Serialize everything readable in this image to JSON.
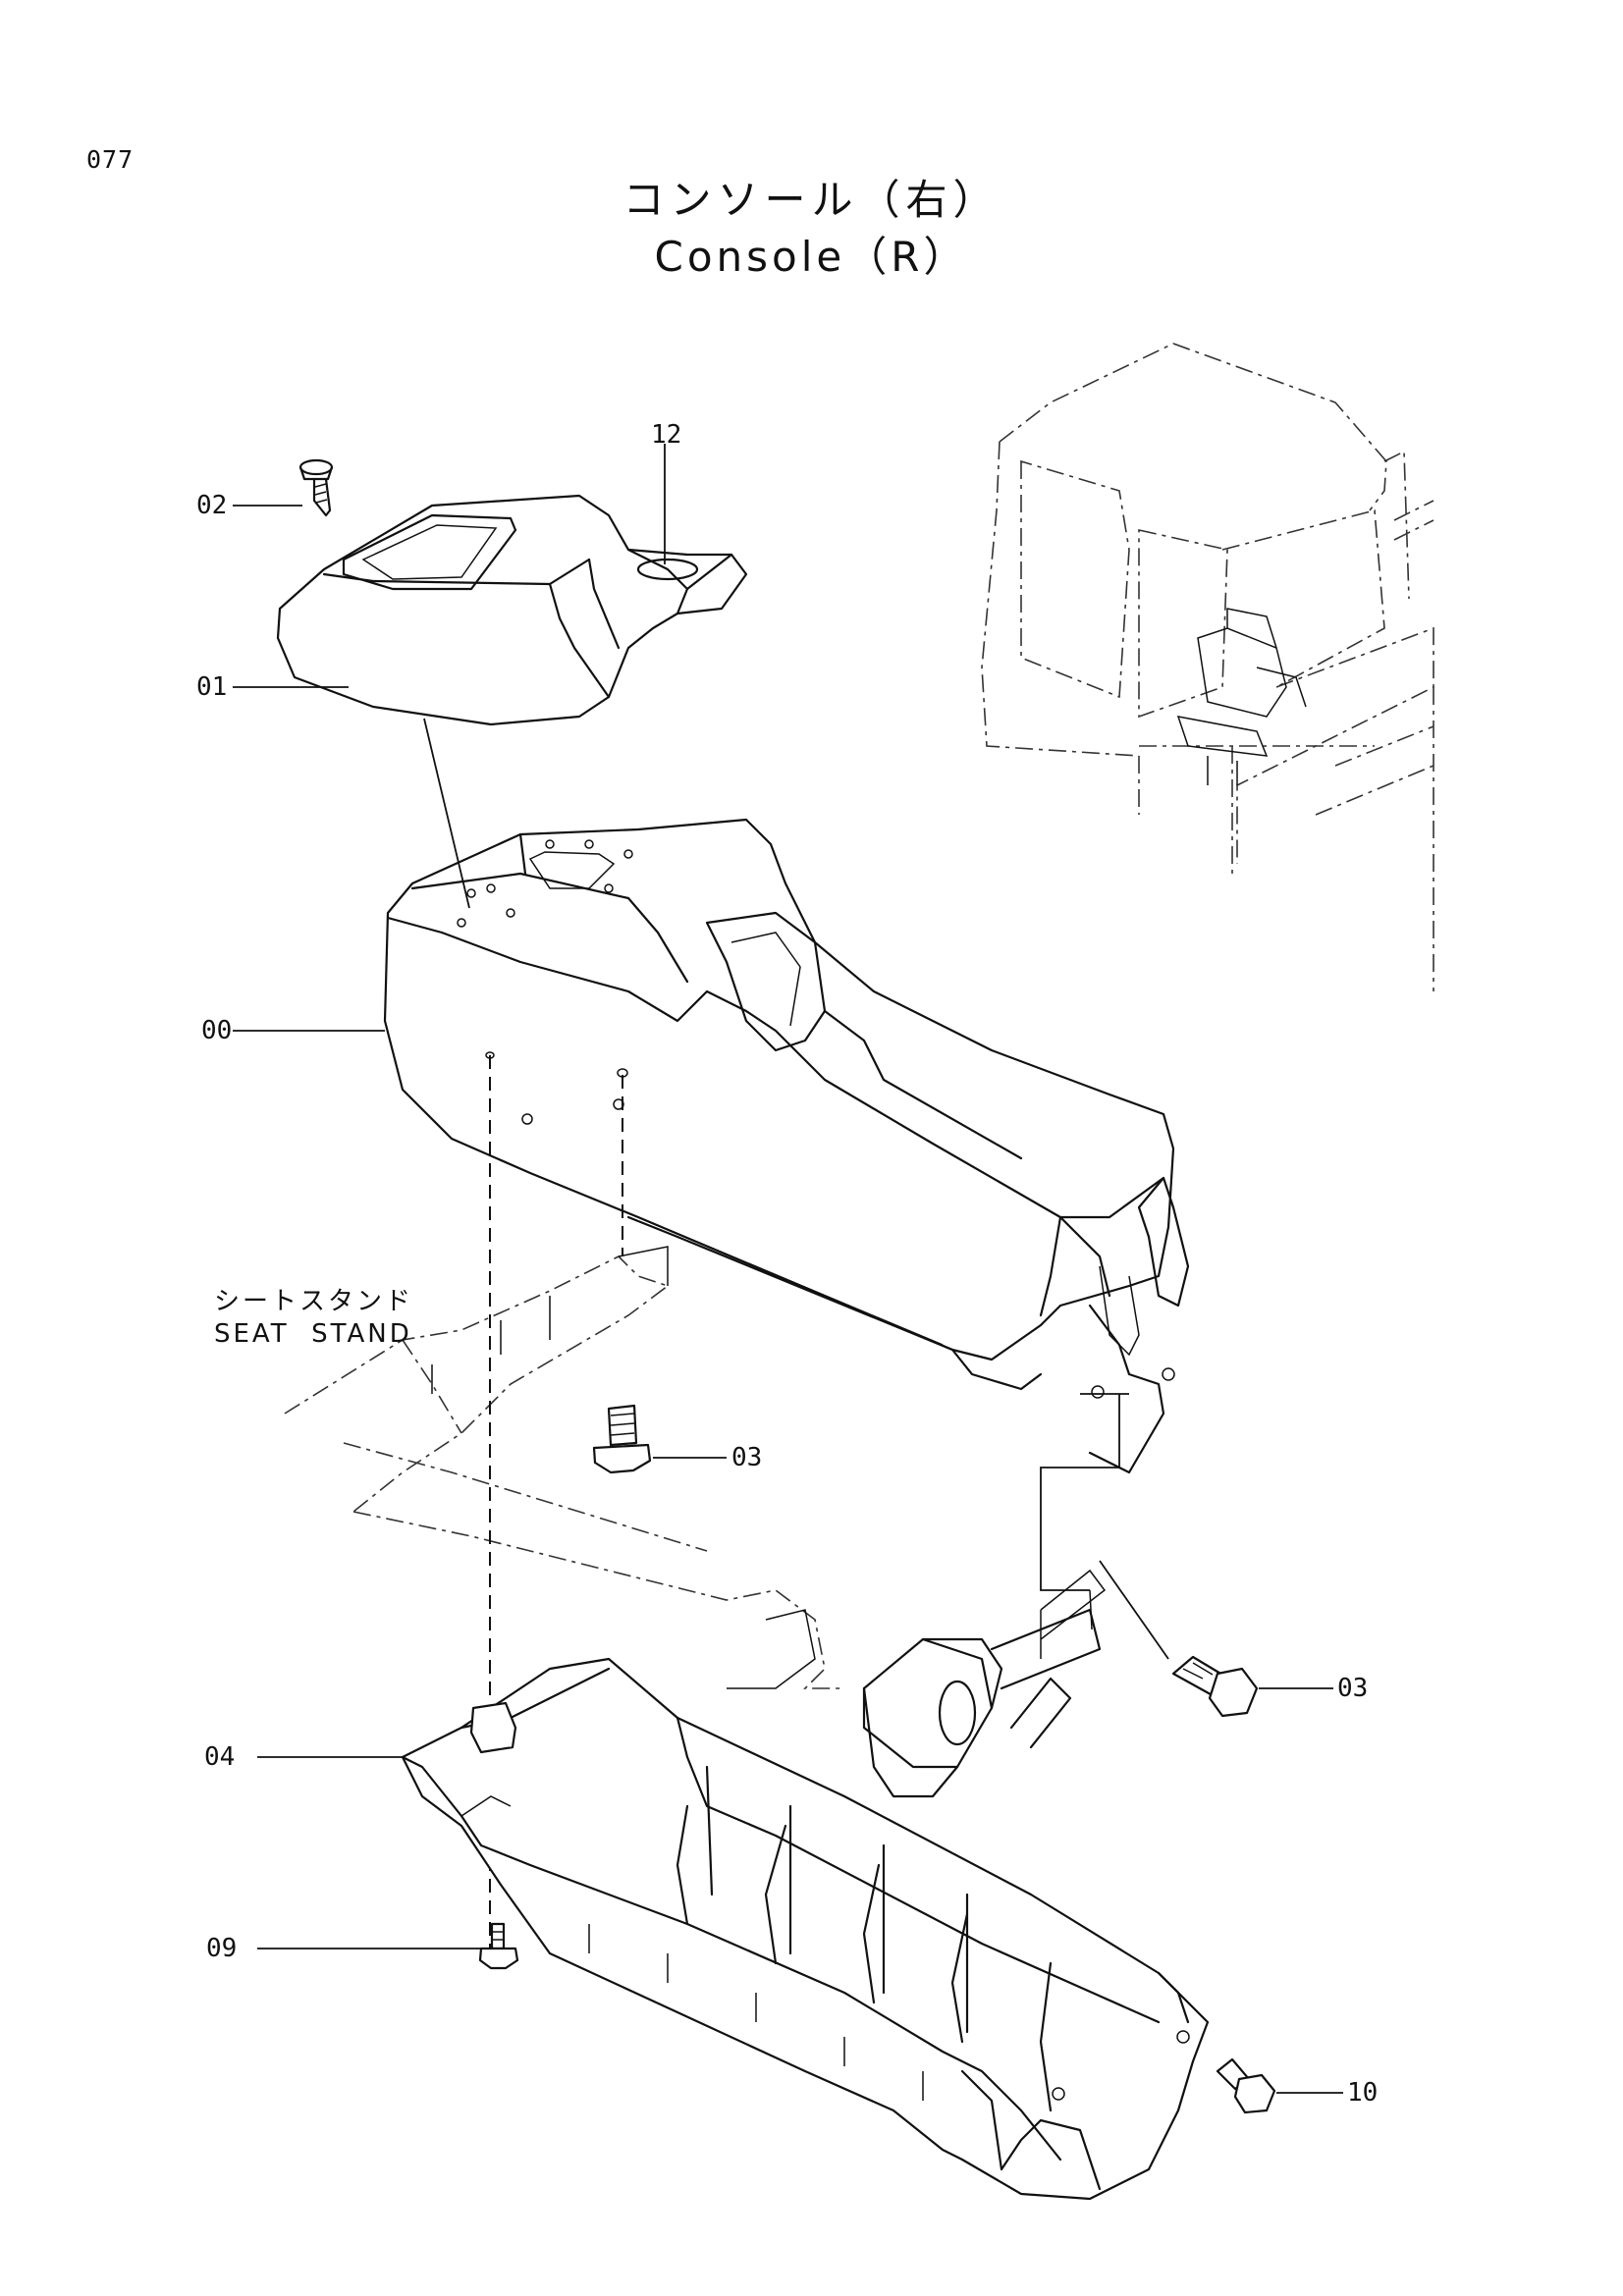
{
  "page": {
    "number": "077"
  },
  "title": {
    "jp": "コンソール（右）",
    "en": "Console（R）"
  },
  "seat_stand": {
    "jp": "シートスタンド",
    "en": "SEAT  STAND"
  },
  "callouts": {
    "c12": "12",
    "c02": "02",
    "c01": "01",
    "c00": "00",
    "c03a": "03",
    "c03b": "03",
    "c04": "04",
    "c09": "09",
    "c10": "10"
  }
}
